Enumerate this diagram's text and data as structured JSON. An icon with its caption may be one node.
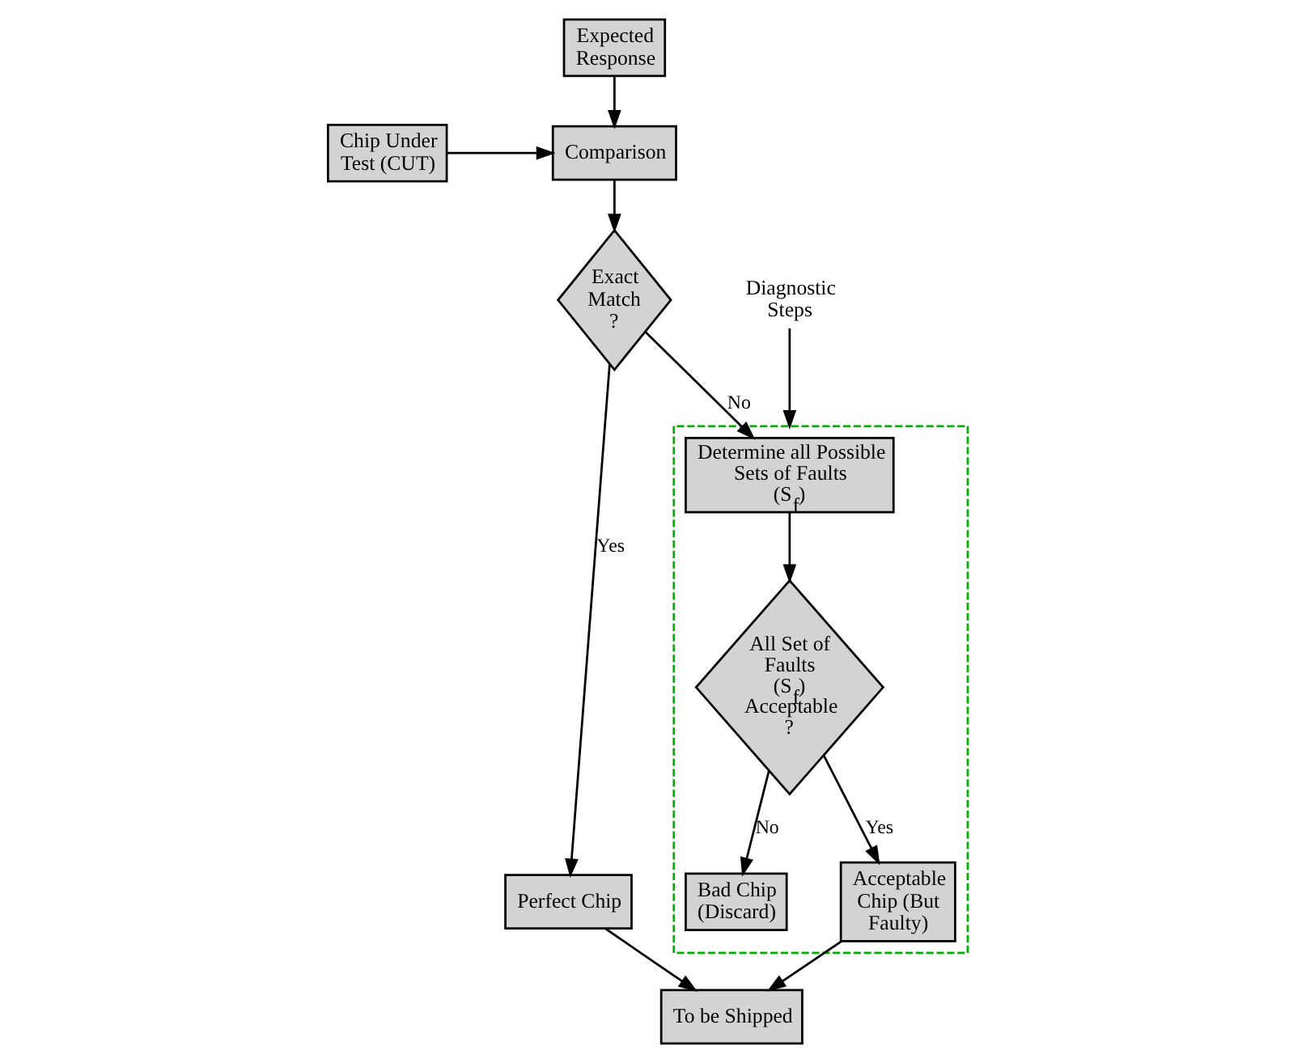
{
  "diagram": {
    "nodes": [
      {
        "text": [
          "Expected Response"
        ]
      },
      {
        "text": [
          "Chip Under Test (CUT)"
        ]
      },
      {
        "text": [
          "Comparison"
        ]
      },
      {
        "text": [
          "Diagnostic Steps"
        ]
      },
      {
        "text": [
          "Exact Match ?"
        ]
      },
      {
        "text": [],
        "shape": "box"
      },
      {
        "text": [
          "Determine all Possible Sets of Faults (S$_{f}$)"
        ],
        "in": 5
      },
      {
        "text": [
          "Perfect Chip"
        ]
      },
      {
        "text": [
          "All Set of Faults (S$_{f}$) Acceptable ?"
        ],
        "in": 5
      },
      {
        "text": [
          "Bad Chip (Discard)"
        ],
        "in": 5
      },
      {
        "text": [
          "Acceptable Chip (But Faulty)"
        ],
        "in": 5
      },
      {
        "text": [
          "To be Shipped"
        ]
      }
    ],
    "edges": [
      {
        "from": 0,
        "to": 2,
        "arrow": "to"
      },
      {
        "from": 1,
        "to": 2,
        "arrow": "to"
      },
      {
        "from": 2,
        "to": 4,
        "arrow": "to"
      },
      {
        "from": 3,
        "to": 5,
        "arrow": "to"
      },
      {
        "from": 4,
        "to": 6,
        "label": "No",
        "arrow": "to"
      },
      {
        "from": 4,
        "to": 7,
        "label": "Yes",
        "arrow": "to"
      },
      {
        "from": 6,
        "to": 8,
        "arrow": "to"
      },
      {
        "from": 8,
        "to": 9,
        "label": "No",
        "arrow": "to"
      },
      {
        "from": 8,
        "to": 10,
        "label": "Yes",
        "arrow": "to"
      },
      {
        "from": 10,
        "to": 11,
        "arrow": "to"
      },
      {
        "from": 7,
        "to": 11,
        "arrow": "to"
      }
    ]
  }
}
